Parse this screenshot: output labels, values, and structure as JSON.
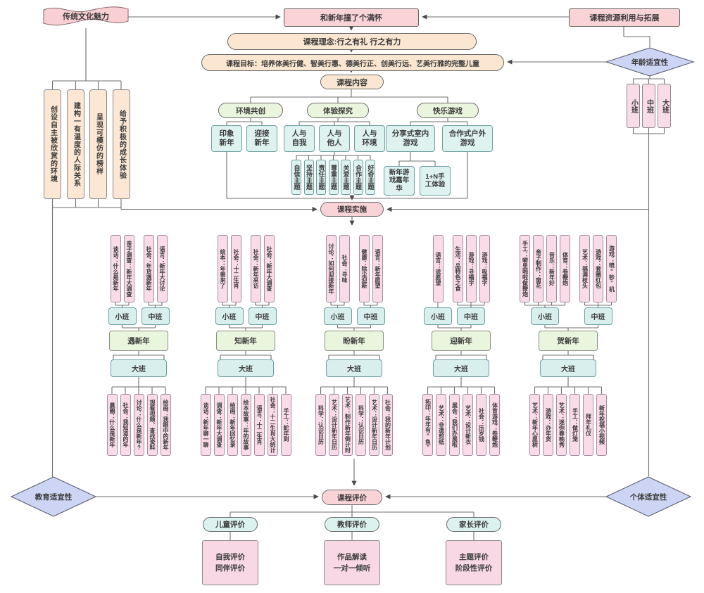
{
  "diagram": {
    "source_banner": "传统文化魅力",
    "title": "和新年撞了个满怀",
    "resource": "课程资源利用与拓展",
    "concept": "课程理念:行之有礼 行之有力",
    "goal": "课程目标：培养体美行健、智美行惠、德美行正、创美行远、艺美行雅的完整儿童",
    "content_label": "课程内容",
    "implementation_label": "课程实施",
    "evaluation_label": "课程评价",
    "left_pillars": [
      "创设自主被欣赏的环境",
      "建构一有温度的人际关系",
      "呈现可模仿的榜样",
      "给予积极的成长体验"
    ],
    "right_pillars": [
      "小班",
      "中班",
      "大班"
    ],
    "diamonds": {
      "age": "年龄适宜性",
      "education": "教育适宜性",
      "individual": "个体适宜性"
    },
    "content": {
      "env": {
        "label": "环境共创",
        "children": [
          "印象新年",
          "迎接新年"
        ]
      },
      "exp": {
        "label": "体验探究",
        "children": [
          "人与自我",
          "人与他人",
          "人与环境"
        ],
        "themes": [
          "自信主题",
          "坚持主题",
          "责任主题",
          "尊重主题",
          "关爱主题",
          "合作主题",
          "好奇主题"
        ]
      },
      "play": {
        "label": "快乐游戏",
        "children": [
          "分享式室内游戏",
          "合作式户外游戏"
        ],
        "sub": [
          "新年游戏嘉年华",
          "1+N手工体验"
        ]
      }
    },
    "class_labels": {
      "small": "小班",
      "middle": "中班",
      "big": "大班"
    },
    "groups": [
      {
        "name": "遇新年",
        "small": [
          "谈话：什么是新年",
          "亲子调查：新年大调查"
        ],
        "middle": [
          "社会：年货遇新年",
          "语言：新年大讨论"
        ],
        "big": [
          "晨圈：什么是新年",
          "社会：我知道的年",
          "讨论：什么是新年?",
          "观看视频、查找资料",
          "绘画：我眼中的新年"
        ]
      },
      {
        "name": "知新年",
        "small": [
          "绘本：年兽来了",
          "社会：十二生肖"
        ],
        "middle": [
          "社会：新年采访",
          "社会：新年大调查"
        ],
        "big": [
          "谈话：新年聊一聊",
          "调查：新年大调查",
          "绘画：新年回忆录",
          "绘本故事：年的故事",
          "语言：十二生肖",
          "社会：十二生肖大统计",
          "手工：蛇年到"
        ]
      },
      {
        "name": "盼新年",
        "small": [
          "讨论：如何迎接新年",
          "社会：寻味"
        ],
        "middle": [
          "健康：除尘迎新",
          "语言：新年愿望"
        ],
        "big": [
          "科学：认识日历",
          "艺术：设计新年日历",
          "艺术：制作新年倒计时",
          "科学：认识日历",
          "艺术：设计新年日历",
          "社会：我的新年计划"
        ]
      },
      {
        "name": "迎新年",
        "small": [
          "语言：说愿望"
        ],
        "middle": [
          "生活：品特色之食",
          "游戏：寻福字",
          "游戏：吸福字"
        ],
        "big": [
          "拓印：年年有“鱼”",
          "艺术：非遗剪纸",
          "展会：我们办展啦",
          "艺术：设计新衣",
          "社会：压岁钱",
          "体育游戏：卷鞭炮"
        ]
      },
      {
        "name": "贺新年",
        "small": [
          "手工：噼里啪啦做鞭炮",
          "亲子制作：窗花",
          "音乐：新年好",
          "体育：卷鞭炮"
        ],
        "middle": [
          "艺术：福满枝头",
          "游戏：套圈红包",
          "游戏：喷“钞”机"
        ],
        "big": [
          "艺术：新年心愿树",
          "游戏：办年货",
          "艺术：迷你春晚秀",
          "手工：做灯笼",
          "拜年礼仪",
          "新年祝福小视频"
        ]
      }
    ],
    "evaluations": [
      {
        "label": "儿童评价",
        "lines": [
          "自我评价",
          "同伴评价"
        ]
      },
      {
        "label": "教师评价",
        "lines": [
          "作品解读",
          "一对一倾听"
        ]
      },
      {
        "label": "家长评价",
        "lines": [
          "主题评价",
          "阶段性评价"
        ]
      }
    ],
    "colors": {
      "pink": "#f9d3d6",
      "peach": "#fbe7d1",
      "green": "#e9f5dc",
      "cyan": "#def2f0",
      "rose": "#f9dce8",
      "purple": "#ced4f4"
    }
  }
}
